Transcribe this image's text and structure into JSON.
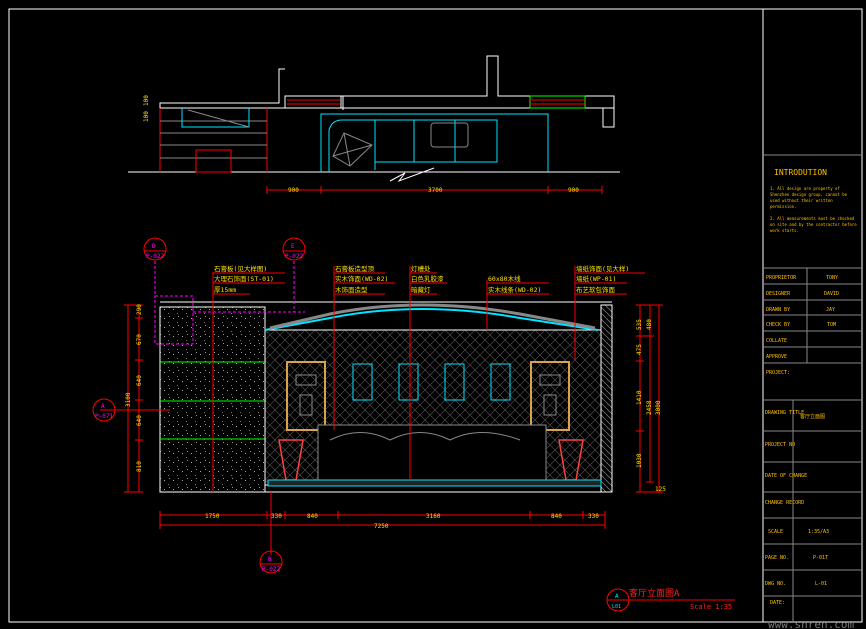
{
  "title_block": {
    "heading": "INTRODUTION",
    "note1": "1. All design are property of Shenzhen design group, cannot be used without their written permission.",
    "note2": "2. All measurements must be checked on site and by the contractor before work starts.",
    "rows": [
      {
        "label": "PROPRIETOR",
        "value": "TONY"
      },
      {
        "label": "DESIGNER",
        "value": "DAVID"
      },
      {
        "label": "DRAWN BY",
        "value": "JAY"
      },
      {
        "label": "CHECK BY",
        "value": "TOM"
      },
      {
        "label": "COLLATE",
        "value": ""
      },
      {
        "label": "APPROVE",
        "value": ""
      }
    ],
    "project_label": "PROJECT:",
    "drawing_title_label": "DRAWING TITLE",
    "drawing_title_value": "客厅立面图",
    "project_no_label": "PROJECT NO",
    "date_label": "DATE OF CHANGE",
    "change_label": "CHANGE RECORD",
    "scale_label": "SCALE",
    "scale_value": "1:35/A3",
    "page_label": "PAGE NO.",
    "page_value": "P-01T",
    "dwg_label": "DWG NO.",
    "dwg_value": "L-01",
    "date2_label": "DATE:"
  },
  "plan": {
    "dims": [
      "900",
      "3700",
      "900"
    ],
    "side_dims": [
      "100",
      "100"
    ]
  },
  "elevation": {
    "annotations": [
      [
        "石膏板(见大样图)",
        "大理石饰面(ST-01)",
        "厚15mm"
      ],
      [
        "石膏板造型顶",
        "实木饰面(WD-02)",
        "木饰面造型"
      ],
      [
        "灯槽处",
        "白色乳胶漆",
        "暗藏灯"
      ],
      [
        "60x80木线",
        "实木线条(WD-02)"
      ],
      [
        "墙纸饰面(见大样)",
        "墙纸(WP-01)",
        "布艺软包饰面"
      ]
    ],
    "bottom_dims": [
      "1750",
      "330",
      "840",
      "3160",
      "840",
      "330"
    ],
    "total_dim": "7250",
    "left_dims": [
      "290",
      "670",
      "640",
      "640",
      "810"
    ],
    "left_total": "3100",
    "right_dims": [
      "535",
      "475",
      "1410",
      "1030",
      "125"
    ],
    "right_mid": [
      "480",
      "2458"
    ],
    "right_total": "3000",
    "callouts": [
      {
        "letter": "D",
        "ref": "P-022"
      },
      {
        "letter": "E",
        "ref": "P-022"
      },
      {
        "letter": "A",
        "ref": "P-071"
      },
      {
        "letter": "B",
        "ref": "P-022"
      }
    ]
  },
  "caption": {
    "letter": "A",
    "ref": "L01",
    "title": "客厅立面图A",
    "scale": "Scale 1:35"
  },
  "watermark": "www.snren.com"
}
